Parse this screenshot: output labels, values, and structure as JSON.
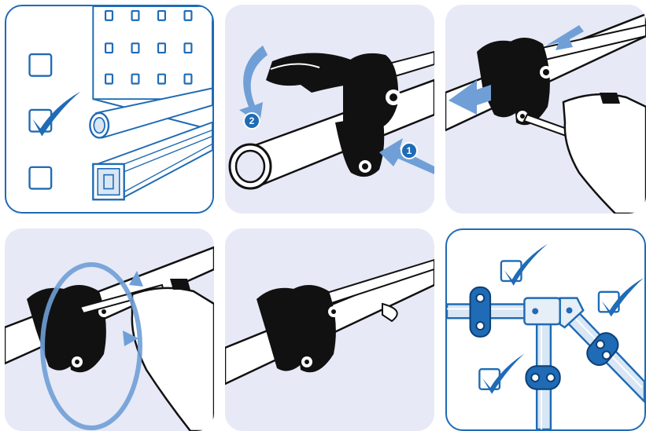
{
  "colors": {
    "brand_blue": "#1f6bb5",
    "panel_bg": "#e7e9f6",
    "arrow_blue": "#6f9fd6",
    "ink": "#111111",
    "check_border": "#1f6bb5"
  },
  "steps": [
    {
      "panel": 1,
      "content": "compatibility-checklist",
      "icons": [
        "pegboard-icon",
        "round-tube-icon",
        "aluminium-profile-icon",
        "checkbox-icon"
      ]
    },
    {
      "panel": 2,
      "content": "open-clamp-and-insert",
      "badges": [
        "1",
        "2"
      ]
    },
    {
      "panel": 3,
      "content": "insert-hex-key"
    },
    {
      "panel": 4,
      "content": "turn-hex-key-rotation"
    },
    {
      "panel": 5,
      "content": "clamp-mounted"
    },
    {
      "panel": 6,
      "content": "tube-frame-examples",
      "icons": [
        "checkmark-icon",
        "tube-connector-icon"
      ]
    }
  ],
  "badges": {
    "first": "1",
    "second": "2"
  }
}
